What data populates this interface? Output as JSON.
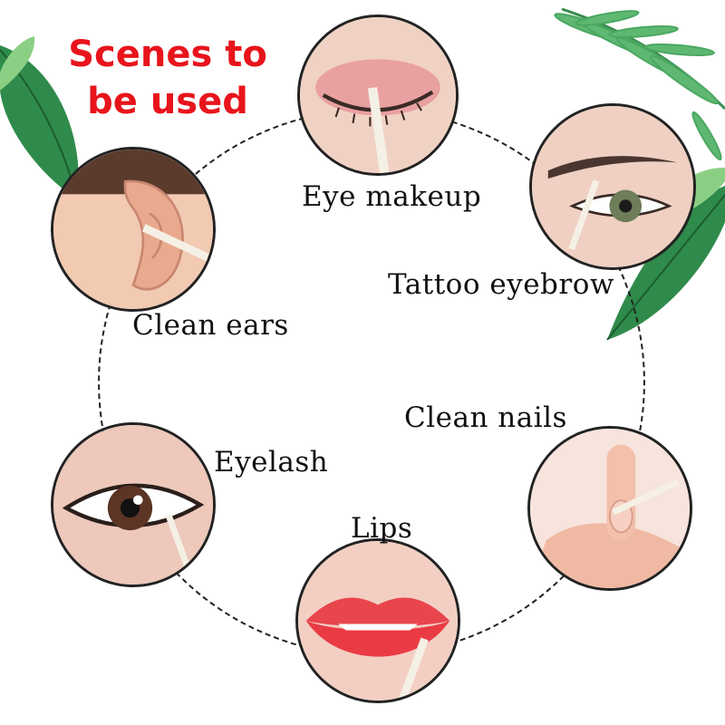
{
  "title": {
    "line1": "Scenes to",
    "line2": "be used",
    "color": "#e8141c"
  },
  "scenes": [
    {
      "name": "Clean ears"
    },
    {
      "name": "Eye makeup"
    },
    {
      "name": "Tattoo eyebrow"
    },
    {
      "name": "Clean nails"
    },
    {
      "name": "Eyelash"
    },
    {
      "name": "Lips"
    }
  ],
  "colors": {
    "ring": "#222222",
    "leaf_dark": "#2e7d46",
    "leaf_light": "#7bc47a"
  }
}
